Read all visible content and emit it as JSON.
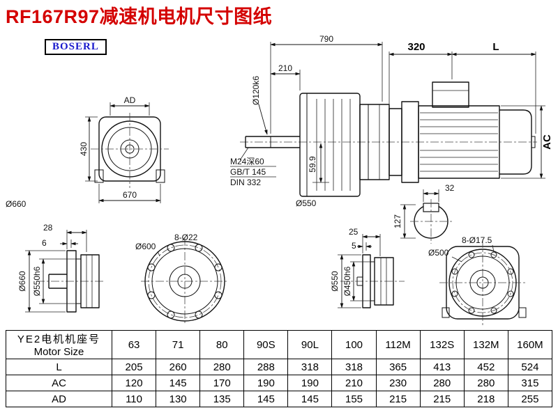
{
  "page": {
    "title": "RF167R97减速机电机尺寸图纸",
    "logo": "BOSERL"
  },
  "drawing": {
    "front_view": {
      "ad": "AD",
      "h430": "430",
      "w670": "670",
      "od": "Ø660"
    },
    "side_view": {
      "total": "790",
      "shaft_len": "210",
      "shaft_dia": "Ø120k6",
      "tap_line1": "M24深60",
      "tap_line2": "GB/T 145",
      "tap_line3": "DIN 332",
      "key_h": "59.9",
      "flange": "Ø550"
    },
    "motor": {
      "len320": "320",
      "lenL": "L",
      "ac": "AC",
      "key_w": "32",
      "shaft_h": "127"
    },
    "flange_side_a": {
      "t28": "28",
      "t6": "6",
      "od": "Ø660",
      "spigot": "Ø550h6"
    },
    "flange_front_a": {
      "bolt_circle": "Ø600",
      "holes": "8-Ø22"
    },
    "flange_side_b": {
      "t25": "25",
      "t5": "5",
      "od": "Ø550",
      "spigot": "Ø450h6"
    },
    "flange_front_b": {
      "bolt_circle": "Ø500",
      "holes": "8-Ø17.5"
    }
  },
  "table": {
    "header_cn": "YE2电机机座号",
    "header_en": "Motor Size",
    "sizes": [
      "63",
      "71",
      "80",
      "90S",
      "90L",
      "100",
      "112M",
      "132S",
      "132M",
      "160M"
    ],
    "rows": [
      {
        "label": "L",
        "values": [
          "205",
          "260",
          "280",
          "288",
          "318",
          "318",
          "365",
          "413",
          "452",
          "524"
        ]
      },
      {
        "label": "AC",
        "values": [
          "120",
          "145",
          "170",
          "190",
          "190",
          "210",
          "230",
          "280",
          "280",
          "315"
        ]
      },
      {
        "label": "AD",
        "values": [
          "110",
          "130",
          "135",
          "145",
          "145",
          "155",
          "215",
          "215",
          "218",
          "255"
        ]
      }
    ]
  }
}
